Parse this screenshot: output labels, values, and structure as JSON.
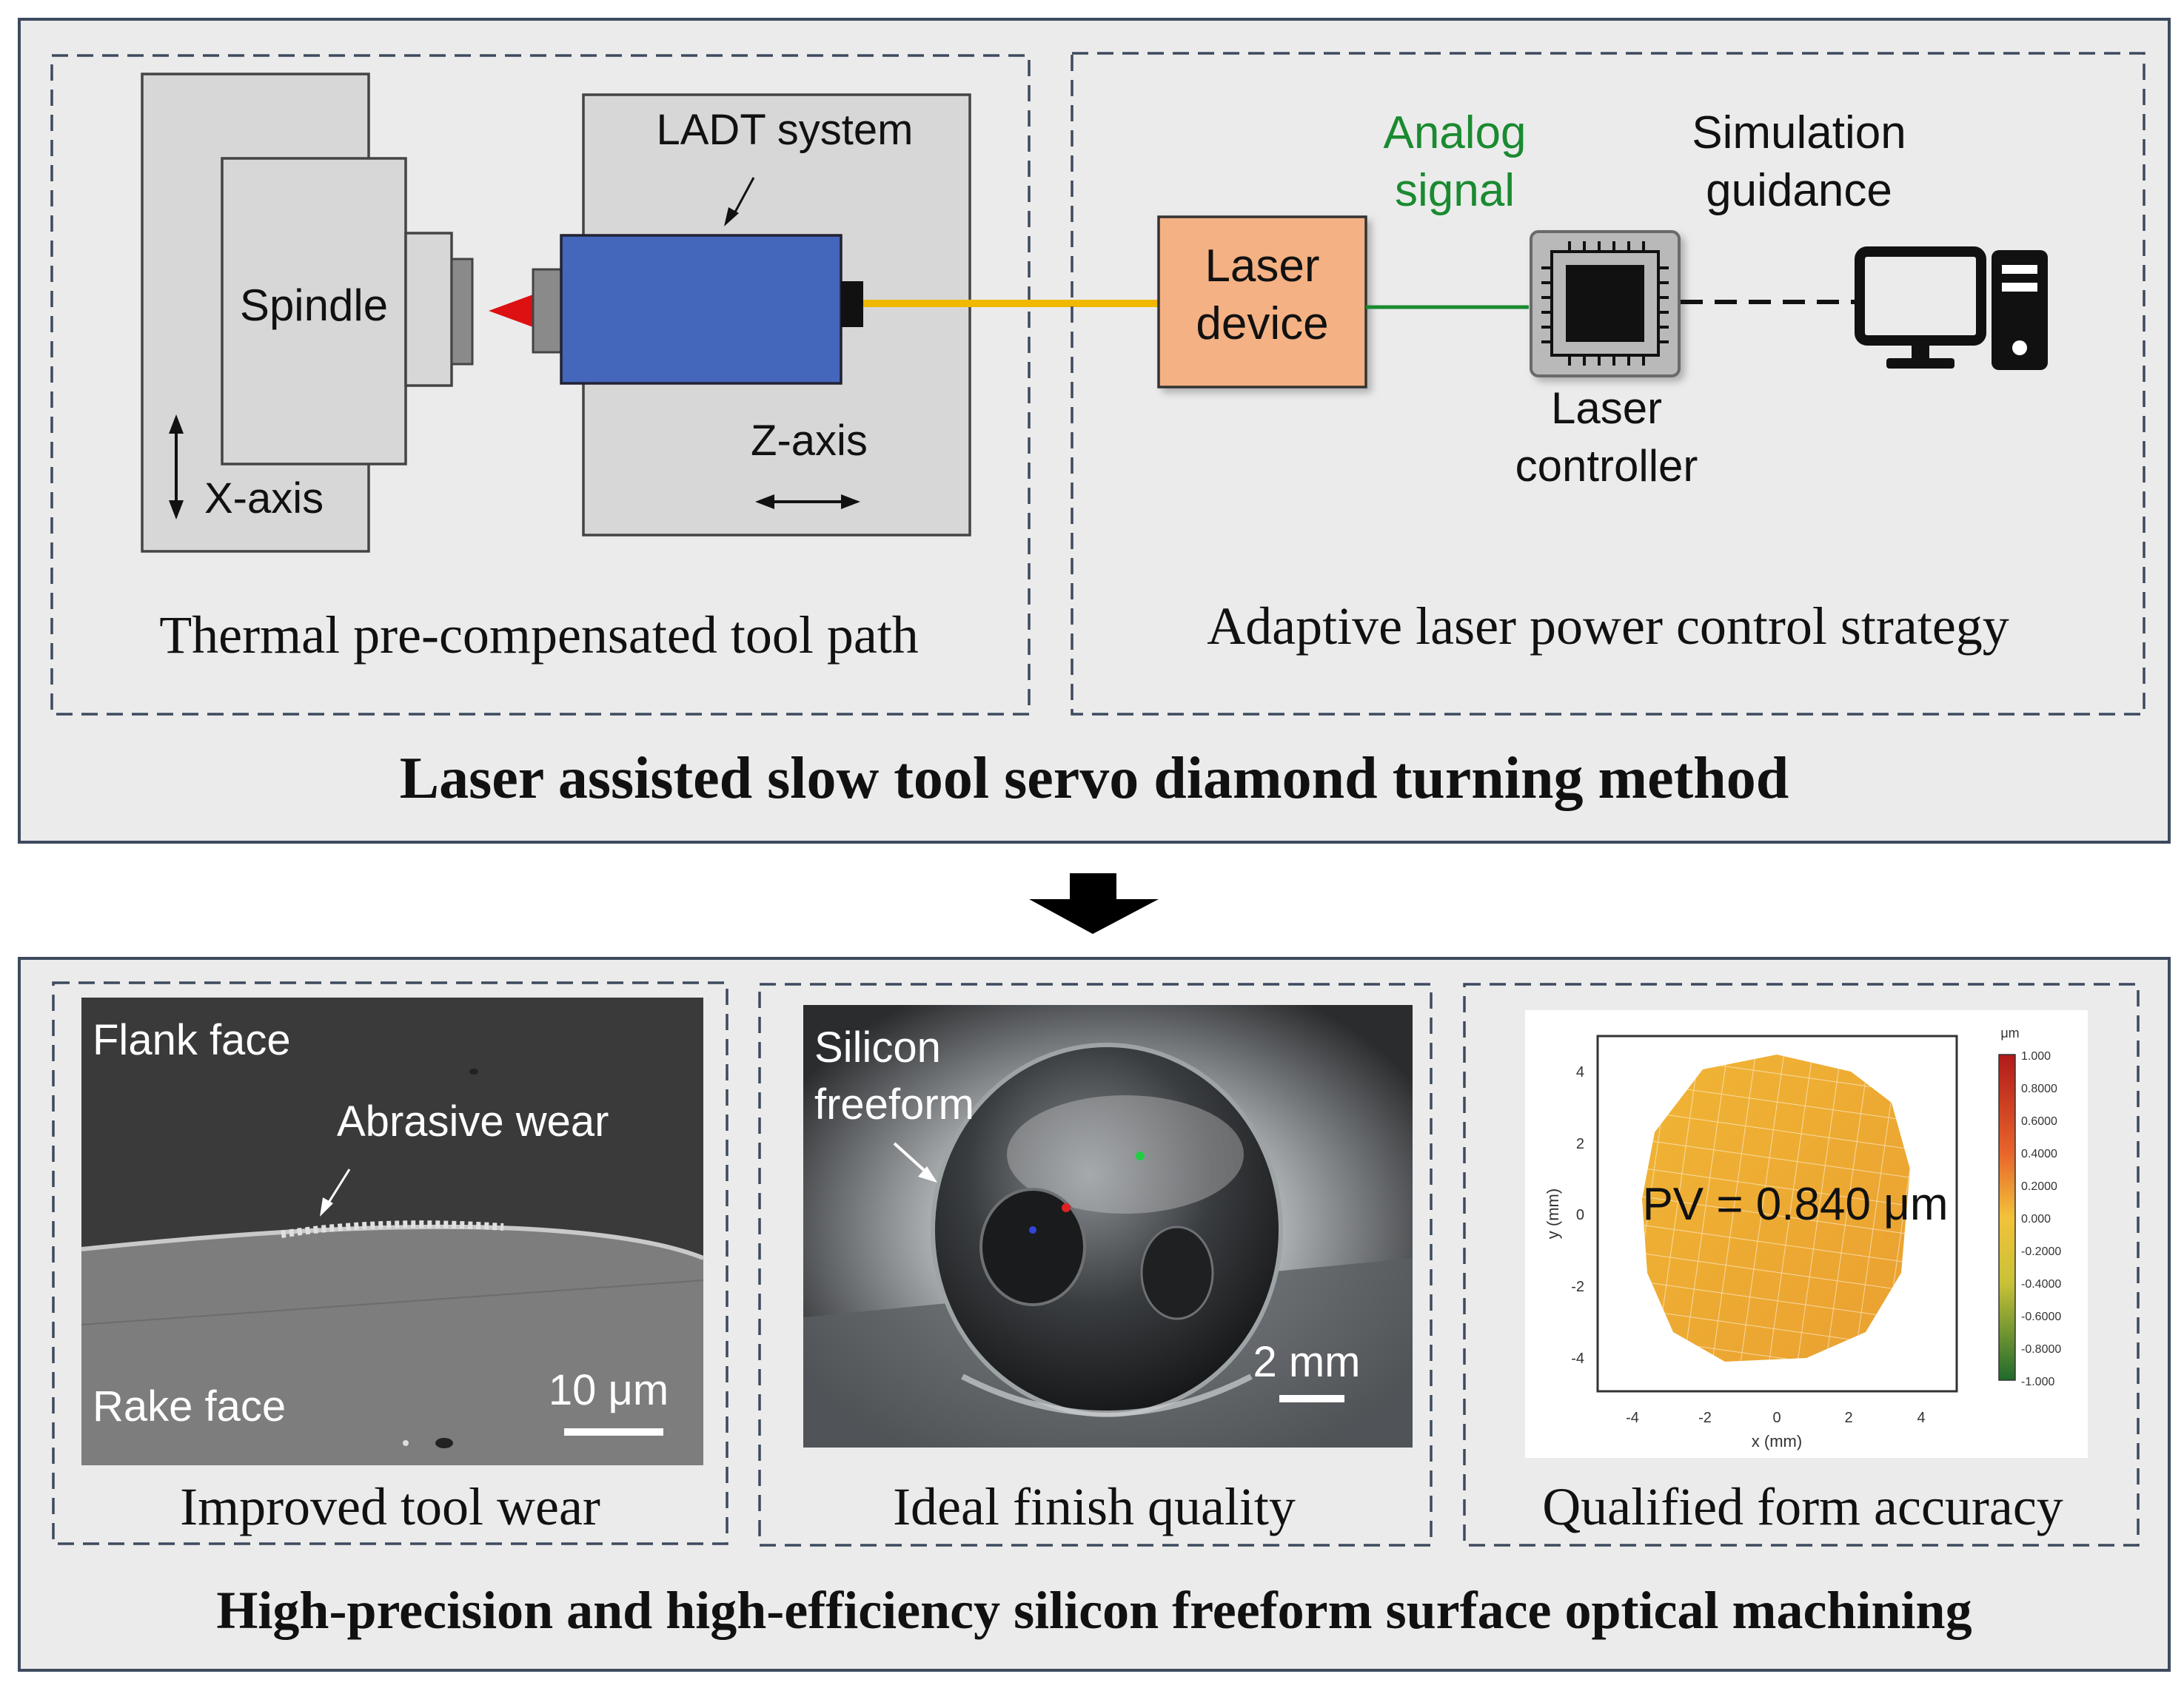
{
  "top_panel": {
    "title": "Laser assisted slow tool servo diamond turning method",
    "left": {
      "caption": "Thermal pre-compensated tool path",
      "spindle_label": "Spindle",
      "x_axis_label": "X-axis",
      "z_axis_label": "Z-axis",
      "ladt_label": "LADT system"
    },
    "right": {
      "caption": "Adaptive laser power control strategy",
      "laser_device_line1": "Laser",
      "laser_device_line2": "device",
      "analog_line1": "Analog",
      "analog_line2": "signal",
      "controller_line1": "Laser",
      "controller_line2": "controller",
      "simulation_line1": "Simulation",
      "simulation_line2": "guidance"
    }
  },
  "bottom_panel": {
    "title": "High-precision and high-efficiency silicon freeform surface optical machining",
    "wear": {
      "caption": "Improved tool wear",
      "flank_label": "Flank face",
      "abrasive_label": "Abrasive wear",
      "rake_label": "Rake face",
      "scale_label": "10 μm"
    },
    "finish": {
      "caption": "Ideal finish quality",
      "silicon_line1": "Silicon",
      "silicon_line2": "freeform",
      "scale_label": "2 mm"
    },
    "form": {
      "caption": "Qualified form accuracy",
      "pv_label": "PV = 0.840 μm",
      "x_axis_label": "x (mm)",
      "y_axis_label": "y (mm)",
      "x_ticks": [
        "-4",
        "-2",
        "0",
        "2",
        "4"
      ],
      "y_ticks": [
        "4",
        "2",
        "0",
        "-2",
        "-4"
      ],
      "colorbar_unit": "μm",
      "colorbar_ticks": [
        "1.000",
        "0.8000",
        "0.6000",
        "0.4000",
        "0.2000",
        "0.000",
        "-0.2000",
        "-0.4000",
        "-0.6000",
        "-0.8000",
        "-1.000"
      ]
    }
  },
  "colors": {
    "panel_bg": "#ebebeb",
    "ladt_blue": "#4466bb",
    "laser_device_fill": "#f4b183",
    "laser_beam": "#f0b800",
    "analog_green": "#1a8a30",
    "tool_tip_red": "#dd1111"
  }
}
